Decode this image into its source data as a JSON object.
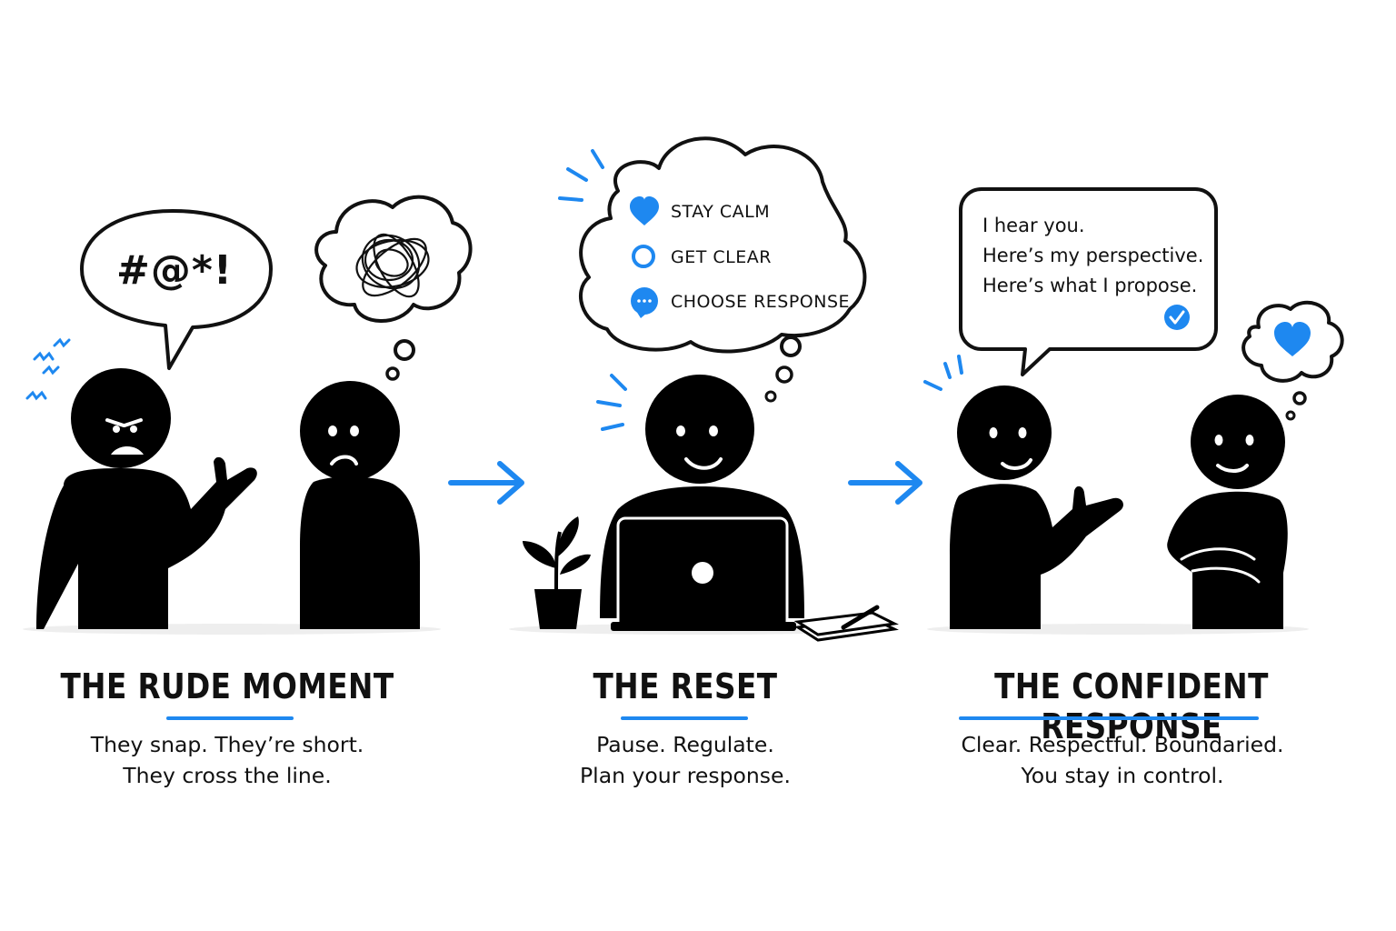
{
  "colors": {
    "accent": "#1e88f0",
    "ink": "#000000",
    "text": "#111111"
  },
  "panels": [
    {
      "title": "THE RUDE MOMENT",
      "caption": [
        "They snap. They’re short.",
        "They cross the line."
      ],
      "speech": "#@*!"
    },
    {
      "title": "THE RESET",
      "caption": [
        "Pause. Regulate.",
        "Plan your response."
      ],
      "steps": [
        {
          "icon": "heart-icon",
          "label": "STAY CALM"
        },
        {
          "icon": "circle-icon",
          "label": "GET CLEAR"
        },
        {
          "icon": "chat-icon",
          "label": "CHOOSE RESPONSE"
        }
      ]
    },
    {
      "title": "THE CONFIDENT RESPONSE",
      "caption": [
        "Clear. Respectful. Boundaried.",
        "You stay in control."
      ],
      "speech_lines": [
        "I hear you.",
        "Here’s my perspective.",
        "Here’s what I propose."
      ]
    }
  ]
}
